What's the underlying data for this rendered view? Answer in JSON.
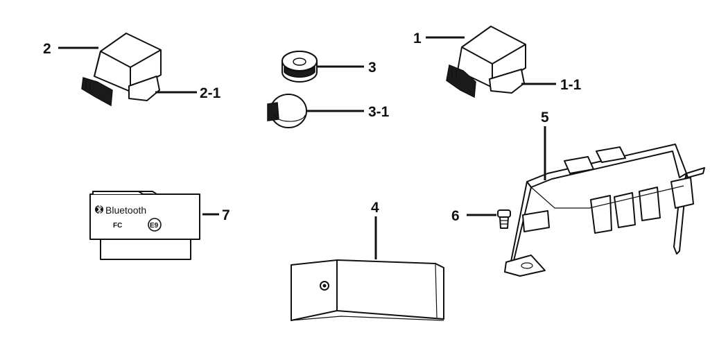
{
  "callouts": {
    "c1": "1",
    "c1_1": "1-1",
    "c2": "2",
    "c2_1": "2-1",
    "c3": "3",
    "c3_1": "3-1",
    "c4": "4",
    "c5": "5",
    "c6": "6",
    "c7": "7"
  },
  "module_text": {
    "brand": "Bluetooth",
    "fcc": "FC",
    "cert": "E9"
  }
}
